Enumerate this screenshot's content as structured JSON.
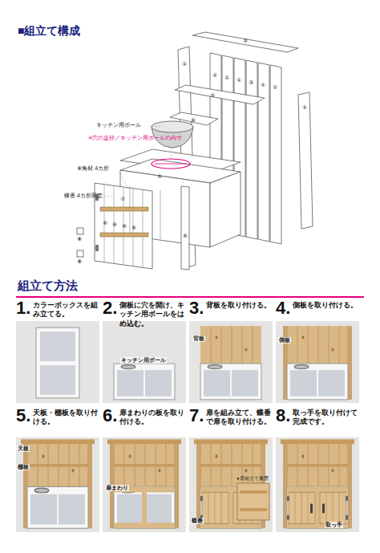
{
  "diagram": {
    "title": "■組立て構成",
    "nodes": [
      {
        "text": [
          "1.",
          "カラーボックスを組み立てる。"
        ]
      },
      {
        "text": [
          "2.",
          "側板に穴を開け、キッチン用ボールをはめ込む。"
        ]
      },
      {
        "text": [
          "3.",
          "背板を取り付ける。"
        ]
      },
      {
        "text": [
          "4.",
          "側板を取り付ける。"
        ]
      },
      {
        "text": [
          "5.",
          "天板・棚板を取り付ける。"
        ]
      },
      {
        "text": [
          "6.",
          "扉まわりの板を取り付ける。"
        ]
      },
      {
        "text": [
          "7.",
          "扉を組み立て、蝶番で扉を取り付ける。"
        ]
      },
      {
        "text": [
          "8.",
          "取っ手を取り付けて完成です。"
        ]
      }
    ],
    "labels": [
      "②",
      "①",
      "①",
      "①",
      "①",
      "③",
      "①",
      "①",
      "①",
      "⑤",
      "⑥",
      "キッチン用ボール",
      "※穴の直径／キッチン用ボールの内寸",
      "④",
      "⑧角材.4カ所",
      "蝶番.4カ所固定",
      "⑦",
      "⑥",
      "⑥",
      "⑥",
      "⑥",
      "⑥",
      "⑧",
      "⑧",
      "組立て方法",
      "キッチン用ボール",
      "背板",
      "側板",
      "天板",
      "棚板",
      "扉まわり",
      "●扉組立て裏面",
      "蝶番",
      "取っ手"
    ]
  }
}
